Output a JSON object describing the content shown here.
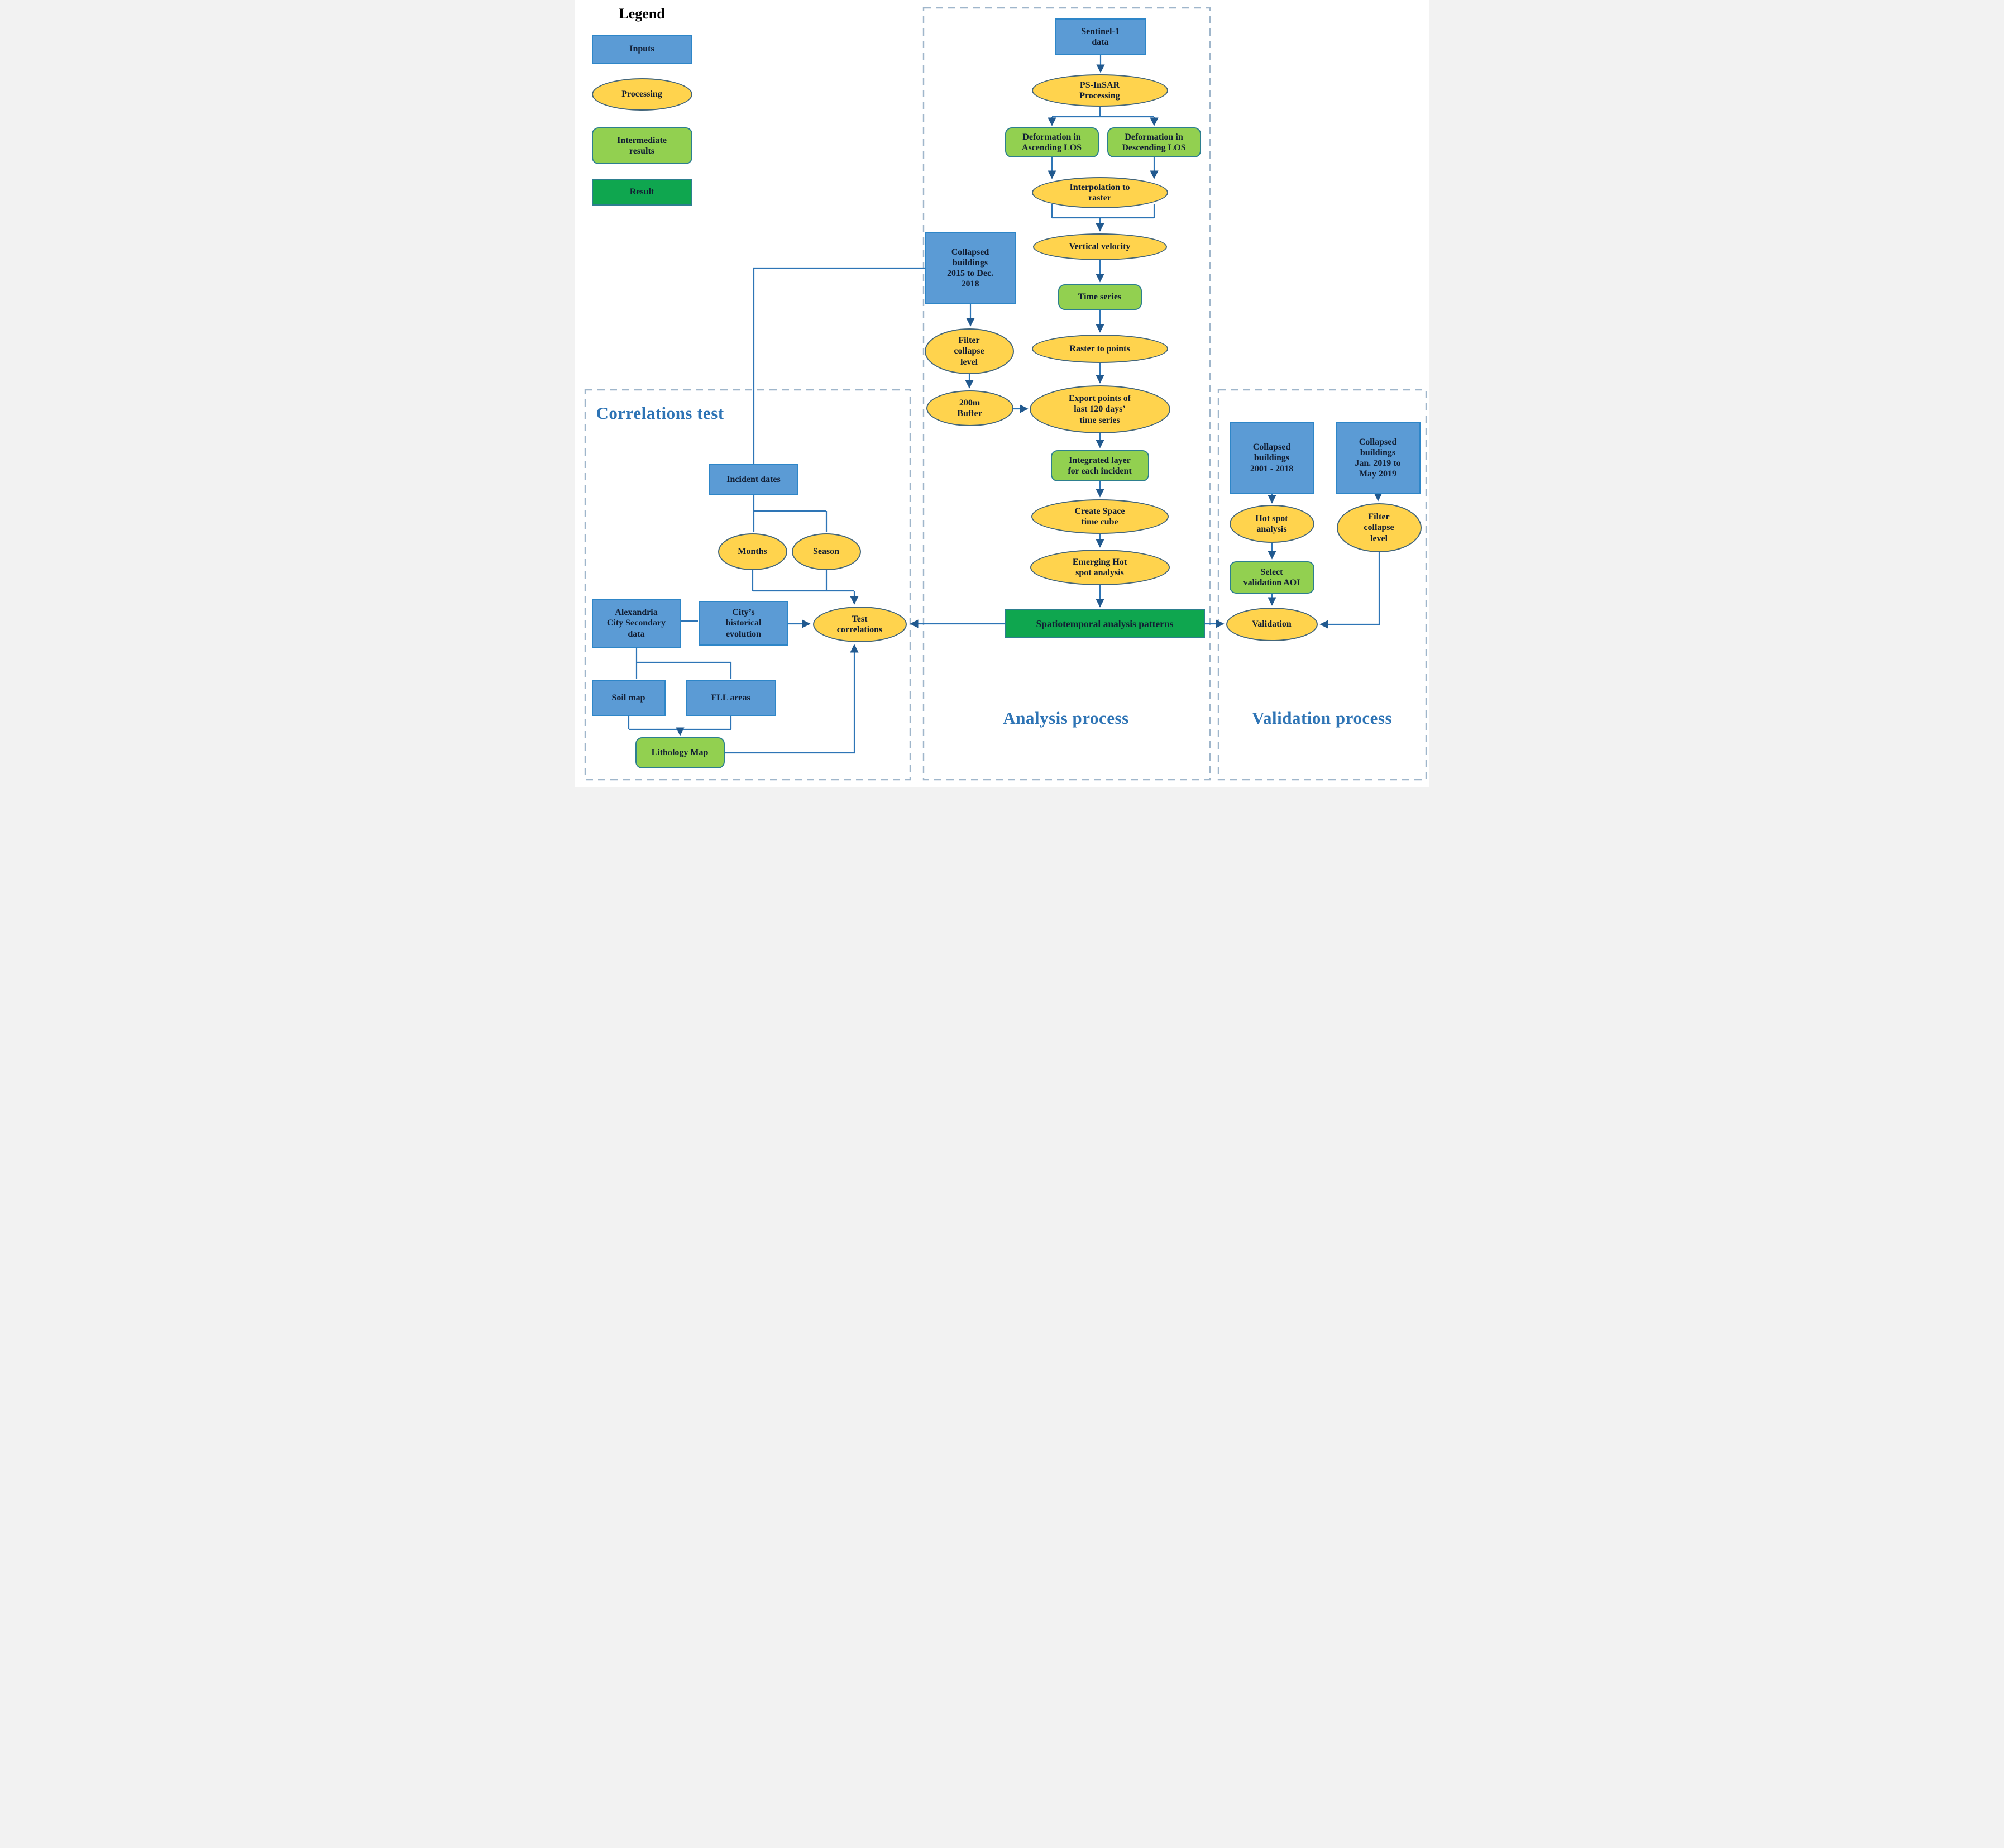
{
  "legend": {
    "title": "Legend",
    "inputs": "Inputs",
    "processing": "Processing",
    "intermediate": "Intermediate\nresults",
    "result": "Result"
  },
  "sections": {
    "correlations": "Correlations test",
    "analysis": "Analysis process",
    "validation": "Validation process"
  },
  "nodes": {
    "sentinel": "Sentinel-1\ndata",
    "psinsar": "PS-InSAR\nProcessing",
    "def_asc": "Deformation in\nAscending LOS",
    "def_desc": "Deformation in\nDescending LOS",
    "interp": "Interpolation to\nraster",
    "vertical_velocity": "Vertical velocity",
    "time_series": "Time series",
    "raster_to_points": "Raster to points",
    "export_points": "Export points of\nlast 120 days’\ntime series",
    "integrated_layer": "Integrated layer\nfor each incident",
    "space_time_cube": "Create Space\ntime cube",
    "emerging_hotspot": "Emerging Hot\nspot analysis",
    "spatiotemporal": "Spatiotemporal analysis patterns",
    "collapsed_2015": "Collapsed\nbuildings\n2015 to Dec.\n2018",
    "filter_collapse_2015": "Filter\ncollapse\nlevel",
    "buffer_200m": "200m\nBuffer",
    "incident_dates": "Incident dates",
    "months": "Months",
    "season": "Season",
    "test_correlations": "Test\ncorrelations",
    "alexandria": "Alexandria\nCity Secondary\ndata",
    "city_history": "City’s\nhistorical\nevolution",
    "soil_map": "Soil map",
    "fll_areas": "FLL areas",
    "lithology": "Lithology Map",
    "collapsed_2001": "Collapsed\nbuildings\n2001 - 2018",
    "collapsed_2019": "Collapsed\nbuildings\nJan. 2019 to\nMay 2019",
    "hotspot_analysis": "Hot spot\nanalysis",
    "filter_collapse_2019": "Filter\ncollapse\nlevel",
    "select_aoi": "Select\nvalidation AOI",
    "validation_node": "Validation"
  },
  "palette": {
    "input_fill": "#5B9BD5",
    "input_border": "#2E86C8",
    "processing_fill": "#FFD34D",
    "processing_border": "#44667A",
    "intermediate_fill": "#92D050",
    "intermediate_border": "#2D7F8F",
    "result_fill": "#0FA64F",
    "result_border": "#2D7F8F",
    "arrow": "#2E75B6",
    "arrow_head": "#21598F",
    "dashed_border": "#9FB6CB",
    "section_title": "#2E74B5",
    "text": "#121E33",
    "canvas_bg": "#FFFFFF"
  }
}
